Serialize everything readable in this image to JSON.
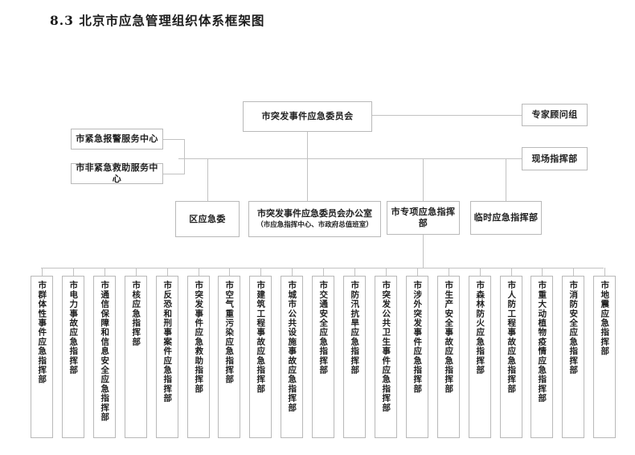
{
  "document": {
    "title": "8.3 北京市应急管理组织体系框架图"
  },
  "chart_type": "org-chart",
  "nodes": {
    "top_committee": "市突发事件应急委员会",
    "expert_group": "专家顾问组",
    "field_command": "现场指挥部",
    "alarm_center": "市紧急报警服务中心",
    "nonemergency_center": "市非紧急救助服务中心",
    "district_committee": "区应急委",
    "office_main": "市突发事件应急委员会办公室",
    "office_sub": "（市应急指挥中心、市政府总值班室）",
    "special_command": "市专项应急指挥部",
    "temp_command": "临时应急指挥部"
  },
  "special_commands": [
    "市群体性事件应急指挥部",
    "市电力事故应急指挥部",
    "市通信保障和信息安全应急指挥部",
    "市核应急指挥部",
    "市反恐和刑事案件应急指挥部",
    "市突发事件应急救助指挥部",
    "市空气重污染应急指挥部",
    "市建筑工程事故应急指挥部",
    "市城市公共设施事故应急指挥部",
    "市交通安全应急指挥部",
    "市防汛抗旱应急指挥部",
    "市突发公共卫生事件应急指挥部",
    "市涉外突发事件应急指挥部",
    "市生产安全事故应急指挥部",
    "市森林防火应急指挥部",
    "市人防工程事故应急指挥部",
    "市重大动植物疫情应急指挥部",
    "市消防安全应急指挥部",
    "市地震应急指挥部"
  ],
  "colors": {
    "line": "#c2c2c2",
    "border": "#b9b9b9",
    "text": "#1f1f1f",
    "background": "#ffffff"
  }
}
